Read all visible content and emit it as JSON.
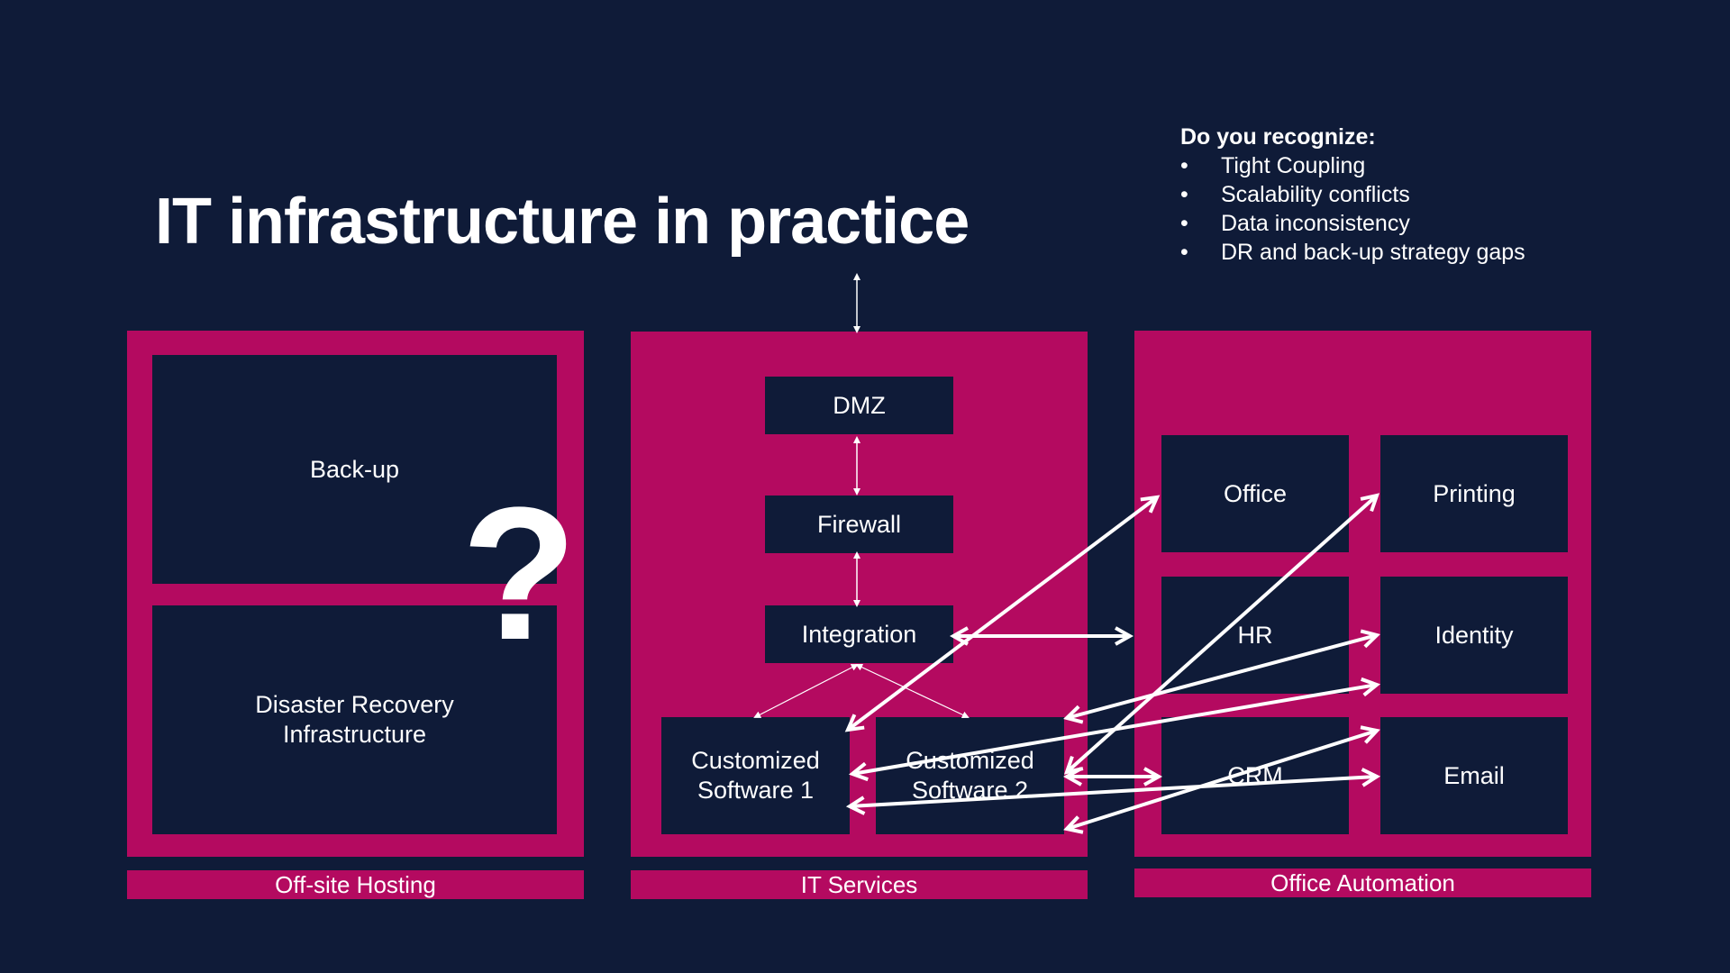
{
  "title": "IT infrastructure in practice",
  "recognize": {
    "heading": "Do you recognize:",
    "items": [
      "Tight Coupling",
      "Scalability conflicts",
      "Data inconsistency",
      "DR and back-up strategy gaps"
    ]
  },
  "offsite": {
    "label": "Off-site Hosting",
    "backup": "Back-up",
    "dr_line1": "Disaster Recovery",
    "dr_line2": "Infrastructure",
    "question": "?"
  },
  "it_services": {
    "label": "IT Services",
    "dmz": "DMZ",
    "firewall": "Firewall",
    "integration": "Integration",
    "cs1_line1": "Customized",
    "cs1_line2": "Software 1",
    "cs2_line1": "Customized",
    "cs2_line2": "Software 2"
  },
  "office_automation": {
    "label": "Office Automation",
    "office": "Office",
    "printing": "Printing",
    "hr": "HR",
    "identity": "Identity",
    "crm": "CRM",
    "email": "Email"
  },
  "colors": {
    "background": "#0f1b38",
    "accent": "#b40a60",
    "text": "#ffffff"
  }
}
